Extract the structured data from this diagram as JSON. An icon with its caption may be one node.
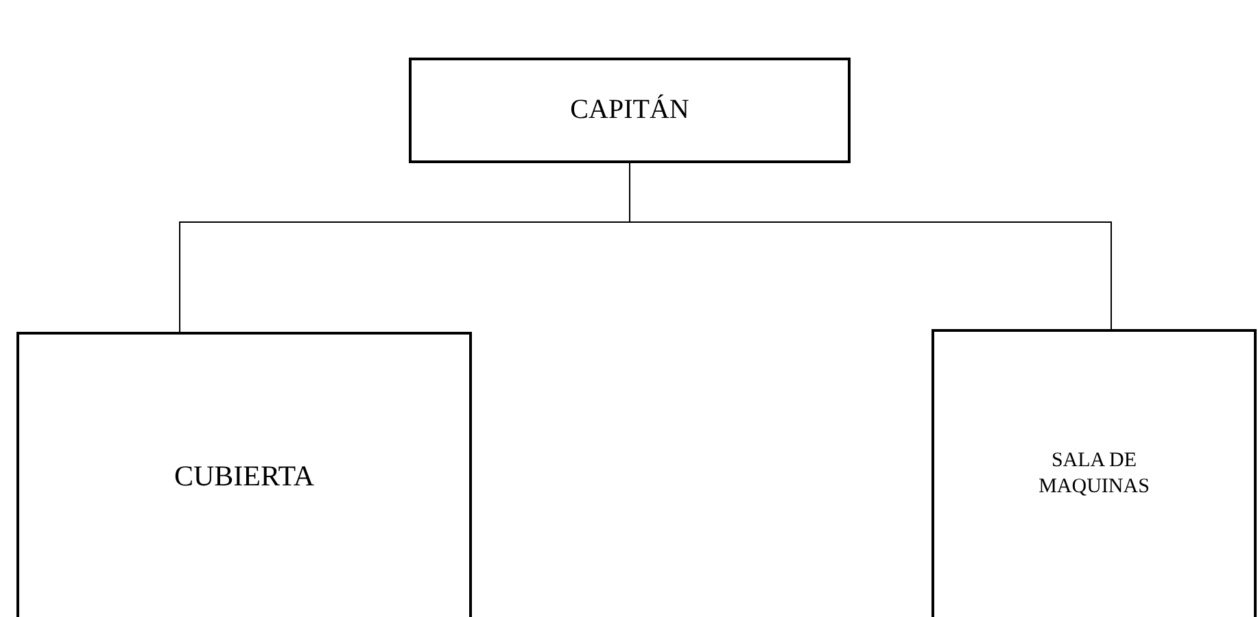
{
  "diagram": {
    "nodes": [
      {
        "text": [
          "CAPITÁN"
        ]
      },
      {
        "text": [
          "CUBIERTA"
        ]
      },
      {
        "text": [
          "SALA DE MAQUINAS"
        ]
      }
    ],
    "edges": [
      {
        "from": 0,
        "to": 1,
        "arrow": "none"
      },
      {
        "from": 0,
        "to": 2,
        "arrow": "none"
      }
    ]
  }
}
